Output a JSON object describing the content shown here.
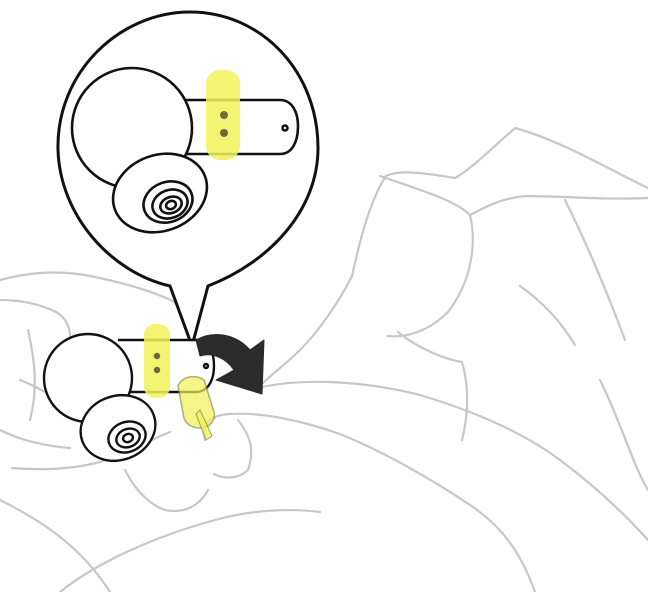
{
  "illustration": {
    "colors": {
      "background": "#ffffff",
      "hand_outline": "#c7c7c7",
      "product_outline": "#111111",
      "highlight": "#f2f25a",
      "arrow": "#2b2b2b"
    },
    "icons": [
      "earbud",
      "magnified-earbud",
      "rotation-arrow",
      "pull-tab",
      "hand"
    ]
  }
}
